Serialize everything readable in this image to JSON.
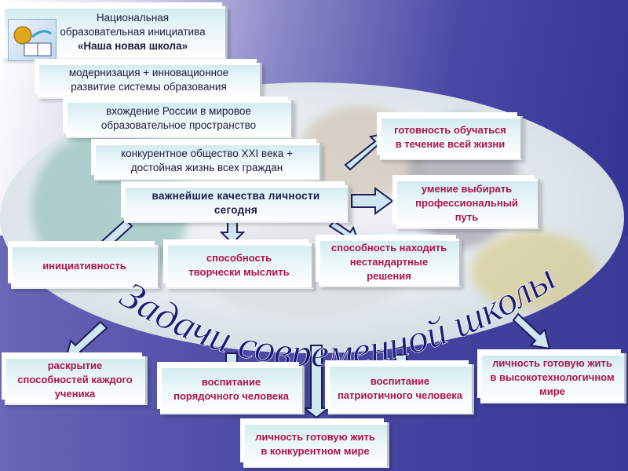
{
  "header": {
    "line1": "Национальная",
    "line2": "образовательная инициатива",
    "line3": "«Наша новая школа»"
  },
  "steps": [
    {
      "line1": "модернизация + инновационное",
      "line2": "развитие системы образования"
    },
    {
      "line1": "вхождение России в мировое",
      "line2": "образовательное пространство"
    },
    {
      "line1": "конкурентное общество XXI века +",
      "line2": "достойная жизнь всех граждан"
    },
    {
      "line1": "важнейшие качества личности",
      "line2": "сегодня"
    }
  ],
  "qualities": [
    {
      "line1": "готовность обучаться",
      "line2": "в течение всей жизни"
    },
    {
      "line1": "умение выбирать",
      "line2": "профессиональный",
      "line3": "путь"
    },
    {
      "line1": "инициативность"
    },
    {
      "line1": "способность",
      "line2": "творчески мыслить"
    },
    {
      "line1": "способность находить",
      "line2": "нестандартные",
      "line3": "решения"
    }
  ],
  "arc_title": "Задачи современной школы",
  "tasks": [
    {
      "line1": "раскрытие",
      "line2": "способностей каждого",
      "line3": "ученика"
    },
    {
      "line1": "воспитание",
      "line2": "порядочного человека"
    },
    {
      "line1": "личность готовую жить",
      "line2": "в конкурентном мире"
    },
    {
      "line1": "воспитание",
      "line2": "патриотичного человека"
    },
    {
      "line1": "личность готовую жить",
      "line2": "в высокотехнологичном",
      "line3": "мире"
    }
  ],
  "icons": {
    "logo": "globe-book-icon"
  },
  "colors": {
    "accent_red": "#b0144a",
    "dark_text": "#1c1c4a",
    "background": "#3a3a97"
  }
}
